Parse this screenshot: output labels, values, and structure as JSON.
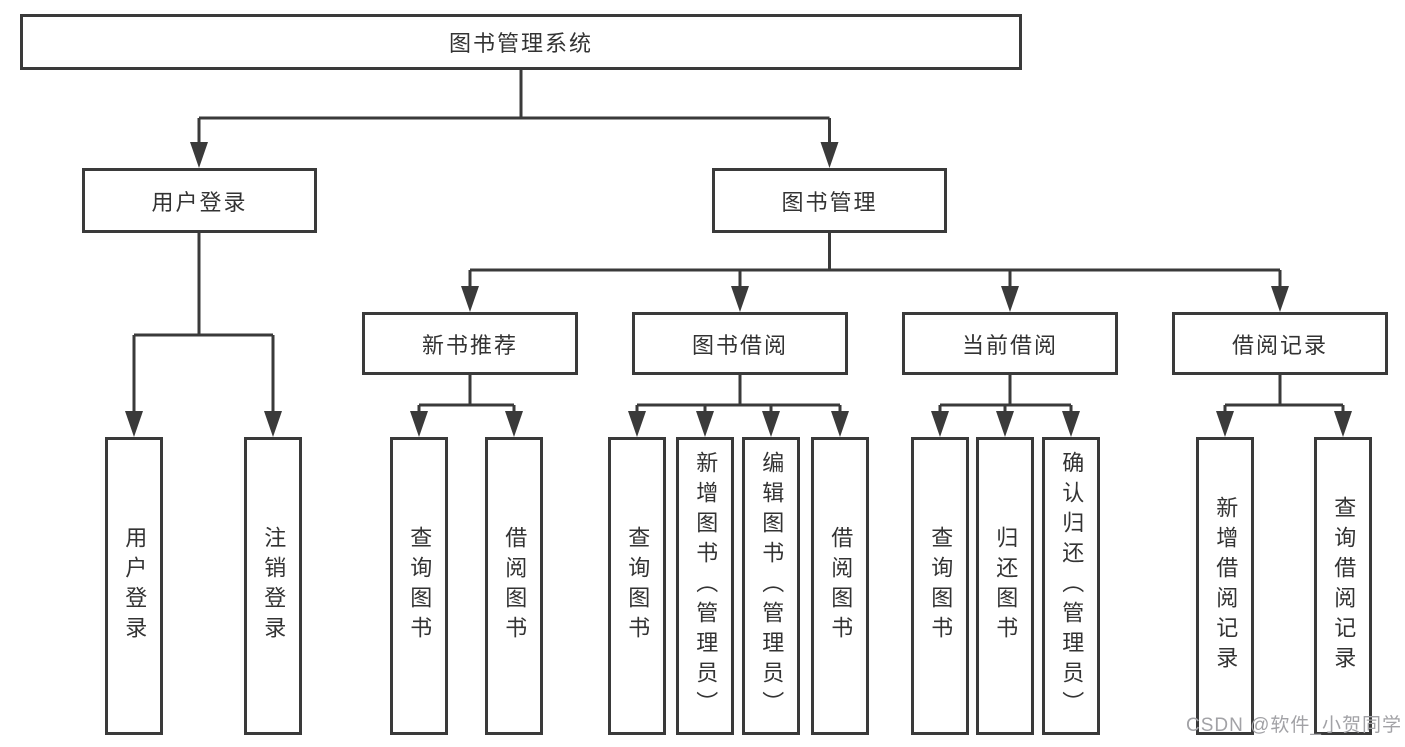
{
  "diagram": {
    "root": {
      "label": "图书管理系统"
    },
    "branches": [
      {
        "label": "用户登录",
        "leaves": [
          {
            "label": "用户登录"
          },
          {
            "label": "注销登录"
          }
        ]
      },
      {
        "label": "图书管理",
        "groups": [
          {
            "label": "新书推荐",
            "leaves": [
              {
                "label": "查询图书"
              },
              {
                "label": "借阅图书"
              }
            ]
          },
          {
            "label": "图书借阅",
            "leaves": [
              {
                "label": "查询图书"
              },
              {
                "label": "新增图书（管理员）"
              },
              {
                "label": "编辑图书（管理员）"
              },
              {
                "label": "借阅图书"
              }
            ]
          },
          {
            "label": "当前借阅",
            "leaves": [
              {
                "label": "查询图书"
              },
              {
                "label": "归还图书"
              },
              {
                "label": "确认归还（管理员）"
              }
            ]
          },
          {
            "label": "借阅记录",
            "leaves": [
              {
                "label": "新增借阅记录"
              },
              {
                "label": "查询借阅记录"
              }
            ]
          }
        ]
      }
    ]
  },
  "watermark": {
    "text": "CSDN @软件_小贺同学"
  },
  "colors": {
    "line": "#3a3a3a",
    "text": "#333333",
    "watermark": "#a2a2a6",
    "background": "#ffffff"
  }
}
